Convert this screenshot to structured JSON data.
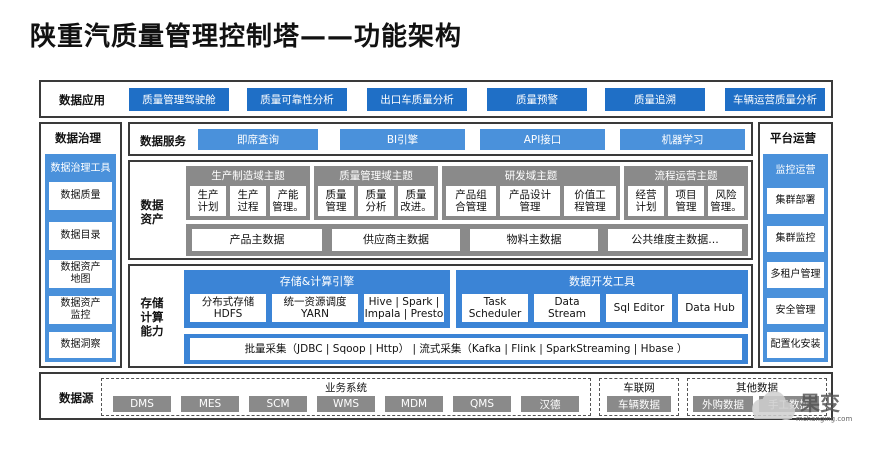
{
  "title": "陕重汽质量管理控制塔——功能架构",
  "app": {
    "label": "数据应用",
    "items": [
      "质量管理驾驶舱",
      "质量可靠性分析",
      "出口车质量分析",
      "质量预警",
      "质量追溯",
      "车辆运营质量分析"
    ]
  },
  "governance": {
    "label": "数据治理",
    "header": "数据治理工具",
    "items": [
      "数据质量",
      "数据目录",
      "数据资产\n地图",
      "数据资产\n监控",
      "数据洞察"
    ]
  },
  "platform": {
    "label": "平台运营",
    "header": "监控运营",
    "items": [
      "集群部署",
      "集群监控",
      "多租户管理",
      "安全管理",
      "配置化安装"
    ]
  },
  "service": {
    "label": "数据服务",
    "items": [
      "即席查询",
      "BI引擎",
      "API接口",
      "机器学习"
    ]
  },
  "assets": {
    "label": "数据\n资产",
    "groups": [
      {
        "title": "生产制造域主题",
        "items": [
          "生产\n计划",
          "生产\n过程",
          "产能\n管理。"
        ]
      },
      {
        "title": "质量管理域主题",
        "items": [
          "质量\n管理",
          "质量\n分析",
          "质量\n改进。"
        ]
      },
      {
        "title": "研发域主题",
        "items": [
          "产品组\n合管理",
          "产品设计\n管理",
          "价值工\n程管理"
        ]
      },
      {
        "title": "流程运营主题",
        "items": [
          "经营\n计划",
          "项目\n管理",
          "风险\n管理。"
        ]
      }
    ],
    "masters": [
      "产品主数据",
      "供应商主数据",
      "物料主数据",
      "公共维度主数据..."
    ]
  },
  "compute": {
    "label": "存储\n计算\n能力",
    "engine": {
      "title": "存储&计算引擎",
      "items": [
        "分布式存储\nHDFS",
        "统一资源调度\nYARN",
        "Hive | Spark |\nImpala | Presto"
      ]
    },
    "devtools": {
      "title": "数据开发工具",
      "items": [
        "Task\nScheduler",
        "Data\nStream",
        "Sql Editor",
        "Data Hub"
      ]
    },
    "ingest": "批量采集（JDBC | Sqoop | Http）  |   流式采集（Kafka | Flink | SparkStreaming | Hbase ）"
  },
  "source": {
    "label": "数据源",
    "business": {
      "title": "业务系统",
      "items": [
        "DMS",
        "MES",
        "SCM",
        "WMS",
        "MDM",
        "QMS",
        "汉德"
      ]
    },
    "iov": {
      "title": "车联网",
      "items": [
        "车辆数据"
      ]
    },
    "other": {
      "title": "其他数据",
      "items": [
        "外购数据",
        "手工数据"
      ]
    }
  },
  "watermark": {
    "text": "果变",
    "sub": "mchanging.com"
  },
  "colors": {
    "blue": "#1f6fc6",
    "gray": "#8a8a8a",
    "frame": "#3a3a3a"
  }
}
